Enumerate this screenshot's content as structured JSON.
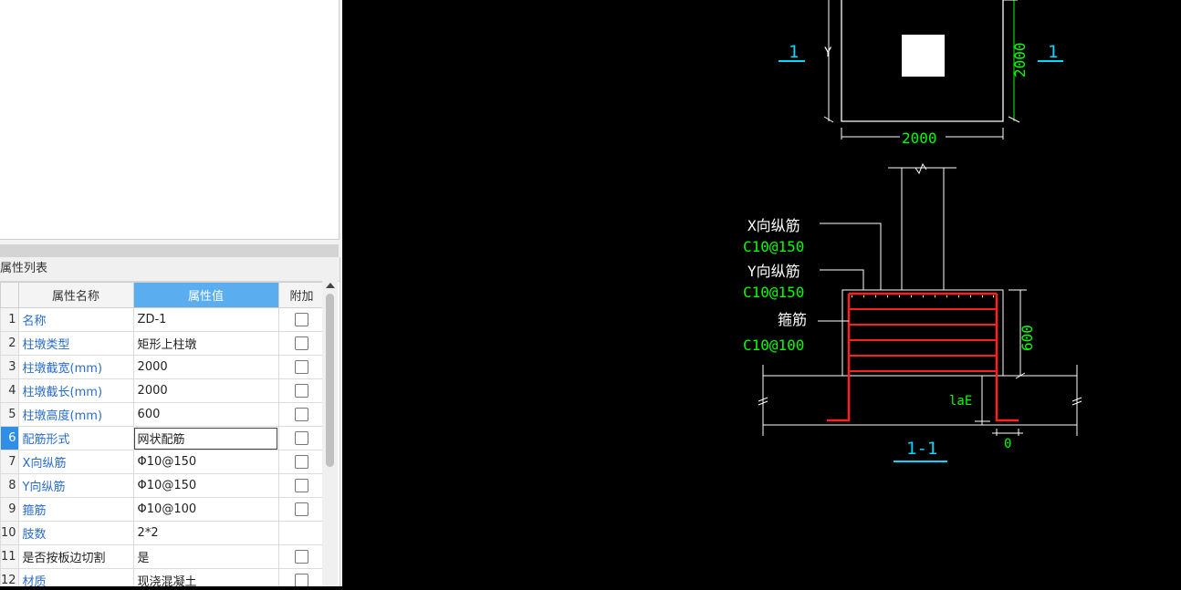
{
  "panel": {
    "title": "属性列表"
  },
  "table": {
    "headers": {
      "num": "",
      "name": "属性名称",
      "value": "属性值",
      "extra": "附加"
    },
    "rows": [
      {
        "num": "1",
        "name": "名称",
        "value": "ZD-1"
      },
      {
        "num": "2",
        "name": "柱墩类型",
        "value": "矩形上柱墩"
      },
      {
        "num": "3",
        "name": "柱墩截宽(mm)",
        "value": "2000"
      },
      {
        "num": "4",
        "name": "柱墩截长(mm)",
        "value": "2000"
      },
      {
        "num": "5",
        "name": "柱墩高度(mm)",
        "value": "600"
      },
      {
        "num": "6",
        "name": "配筋形式",
        "value": "网状配筋"
      },
      {
        "num": "7",
        "name": "X向纵筋",
        "value": "Φ10@150"
      },
      {
        "num": "8",
        "name": "Y向纵筋",
        "value": "Φ10@150"
      },
      {
        "num": "9",
        "name": "箍筋",
        "value": "Φ10@100"
      },
      {
        "num": "10",
        "name": "肢数",
        "value": "2*2"
      },
      {
        "num": "11",
        "name": "是否按板边切割",
        "value": "是"
      },
      {
        "num": "12",
        "name": "材质",
        "value": "现浇混凝土"
      }
    ]
  },
  "drawing": {
    "plan": {
      "section_mark_left": "1",
      "section_mark_right": "1",
      "y_label": "Y",
      "dim_height": "2000",
      "dim_width": "2000"
    },
    "section": {
      "x_rebar_label": "X向纵筋",
      "x_rebar_spec": "C10@150",
      "y_rebar_label": "Y向纵筋",
      "y_rebar_spec": "C10@150",
      "stirrup_label": "箍筋",
      "stirrup_spec": "C10@100",
      "dim_height": "600",
      "anchor_label": "laE",
      "offset_label": "0",
      "section_title": "1-1"
    },
    "colors": {
      "outline": "#ffffff",
      "dimension": "#00ff00",
      "rebar": "#ff2020",
      "section_mark": "#00d8ff",
      "dots": "#ffff00"
    }
  }
}
